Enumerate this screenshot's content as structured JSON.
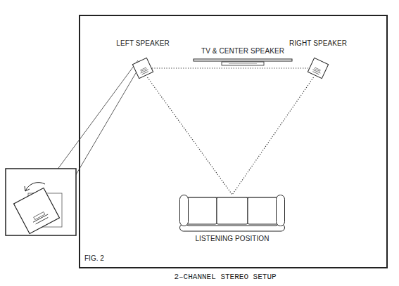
{
  "diagram": {
    "caption": "2–CHANNEL STEREO SETUP",
    "nodes": [
      {
        "text": [
          "LEFT SPEAKER"
        ]
      },
      {
        "text": [
          "TV & CENTER SPEAKER"
        ]
      },
      {
        "text": [
          "RIGHT SPEAKER"
        ]
      },
      {
        "text": [
          "LISTENING POSITION"
        ]
      }
    ],
    "edges": [
      {
        "from": 0,
        "to": 2,
        "arrow": "none"
      },
      {
        "from": 0,
        "to": 3,
        "arrow": "none"
      },
      {
        "from": 2,
        "to": 3,
        "arrow": "none"
      }
    ],
    "labels": [
      "FIG. 2"
    ]
  }
}
